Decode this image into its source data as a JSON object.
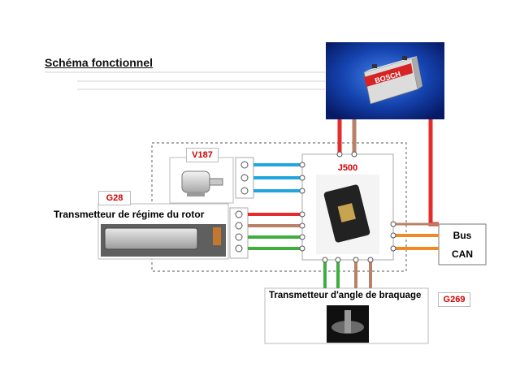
{
  "page_title": "Schéma fonctionnel",
  "battery_brand": "BOSCH",
  "labels": {
    "v187": "V187",
    "g28": "G28",
    "j500": "J500",
    "g269": "G269",
    "rotor_sensor": "Transmetteur de régime du rotor",
    "steering_sensor": "Transmetteur d'angle de braquage",
    "bus_line1": "Bus",
    "bus_line2": "CAN"
  },
  "colors": {
    "red": "#e52b2b",
    "brown": "#b98268",
    "green": "#3fae3c",
    "blue": "#1fa6e0",
    "orange": "#f08a24",
    "battery_bg": "#0a2a8a",
    "tag_text": "#d40000"
  }
}
